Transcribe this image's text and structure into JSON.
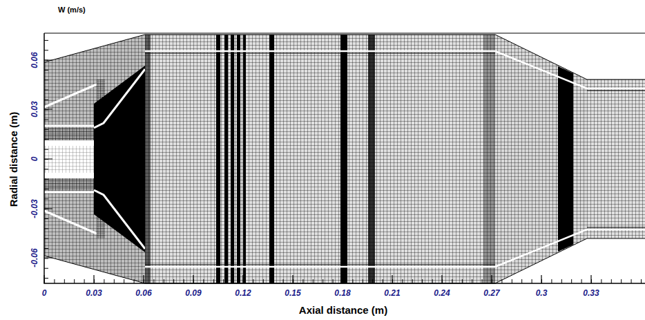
{
  "diagram": {
    "labels": [
      "W (m/s)",
      "Radial distance (m)",
      "0.06",
      "0.03",
      "0",
      "-0.03",
      "-0.06",
      "Axial distance (m)",
      "0",
      "0.03",
      "0.06",
      "0.09",
      "0.12",
      "0.15",
      "0.18",
      "0.21",
      "0.24",
      "0.27",
      "0.3",
      "0.33"
    ]
  }
}
